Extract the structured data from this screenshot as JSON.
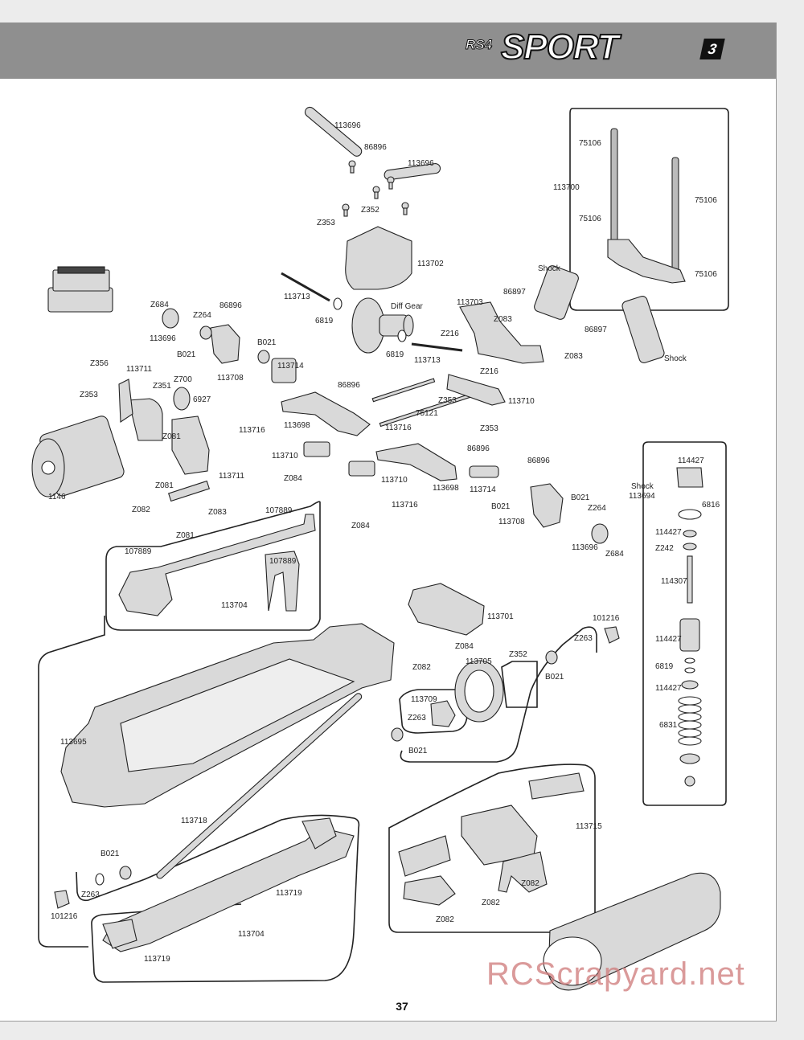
{
  "header": {
    "logo_prefix": "RS4",
    "logo_main": "SPORT",
    "logo_num": "3"
  },
  "page_number": "37",
  "watermark": "RCScrapyard.net",
  "labels": {
    "l113696a": "113696",
    "l86896a": "86896",
    "l113696b": "113696",
    "l113700": "113700",
    "l75106a": "75106",
    "l75106b": "75106",
    "l75106c": "75106",
    "l75106d": "75106",
    "lZ352a": "Z352",
    "lZ353a": "Z353",
    "l113702": "113702",
    "lShockA": "Shock",
    "lShockB": "Shock",
    "l113713a": "113713",
    "l6819a": "6819",
    "lDiffGear": "Diff Gear",
    "l113703": "113703",
    "l86897a": "86897",
    "lZ083a": "Z083",
    "l86897b": "86897",
    "lZ083b": "Z083",
    "lZ216a": "Z216",
    "lZ216b": "Z216",
    "l6819b": "6819",
    "l113713b": "113713",
    "lZ684a": "Z684",
    "lZ264a": "Z264",
    "l86896b": "86896",
    "l113696c": "113696",
    "lB021a": "B021",
    "lB021b": "B021",
    "l113714a": "113714",
    "l113708a": "113708",
    "lZ356": "Z356",
    "l113711a": "113711",
    "lZ700": "Z700",
    "lZ351": "Z351",
    "l6927": "6927",
    "lZ353b": "Z353",
    "lZ081a": "Z081",
    "l86896c": "86896",
    "l113710a": "113710",
    "lZ353c": "Z353",
    "l75121": "75121",
    "lZ353d": "Z353",
    "l113716a": "113716",
    "l113698a": "113698",
    "l113716b": "113716",
    "l1146": "1146",
    "lZ081b": "Z081",
    "l113711b": "113711",
    "l113710b": "113710",
    "lZ084a": "Z084",
    "l86896d": "86896",
    "l86896e": "86896",
    "l113710c": "113710",
    "l113698b": "113698",
    "l113714b": "113714",
    "l113716c": "113716",
    "lZ084b": "Z084",
    "lB021c": "B021",
    "lB021d": "B021",
    "lZ264b": "Z264",
    "l113708b": "113708",
    "l113696d": "113696",
    "lZ684b": "Z684",
    "lZ083c": "Z083",
    "lZ082a": "Z082",
    "lZ081c": "Z081",
    "l107889a": "107889",
    "l107889b": "107889",
    "l107889c": "107889",
    "l113704a": "113704",
    "l114427a": "114427",
    "lShockC": "Shock",
    "l113694": "113694",
    "l6816": "6816",
    "l114427b": "114427",
    "lZ242": "Z242",
    "l114307": "114307",
    "l114427c": "114427",
    "l6819c": "6819",
    "l114427d": "114427",
    "l6831": "6831",
    "l113701": "113701",
    "l101216a": "101216",
    "lZ263a": "Z263",
    "lZ084c": "Z084",
    "lZ082b": "Z082",
    "lZ352b": "Z352",
    "l113705": "113705",
    "lB021e": "B021",
    "l113709": "113709",
    "lZ263b": "Z263",
    "lB021f": "B021",
    "l113695": "113695",
    "l113718": "113718",
    "lB021g": "B021",
    "lZ263c": "Z263",
    "l101216b": "101216",
    "l113719a": "113719",
    "l113704b": "113704",
    "l113719b": "113719",
    "l113715": "113715",
    "lZ082c": "Z082",
    "lZ082d": "Z082",
    "lZ082e": "Z082"
  },
  "colors": {
    "page_bg": "#ffffff",
    "outer_bg": "#ececec",
    "banner": "#8f8f8f",
    "line": "#222222",
    "part_fill": "#d9d9d9",
    "watermark": "#cd7878"
  }
}
